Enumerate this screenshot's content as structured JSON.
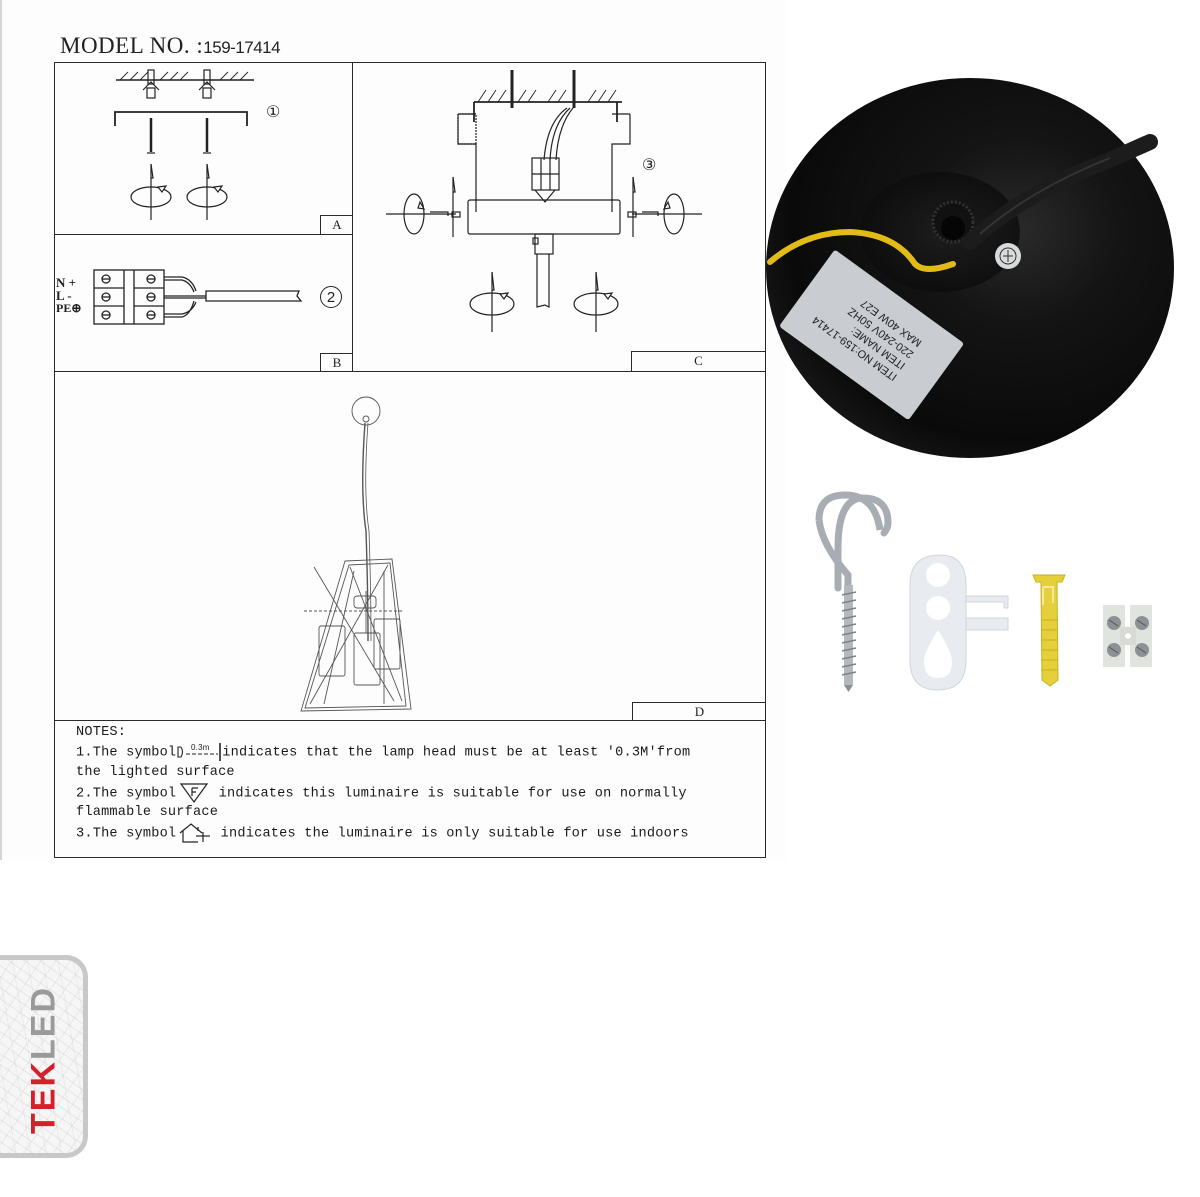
{
  "document": {
    "model_label": "MODEL NO. :",
    "model_number": "159-17414",
    "panels": [
      {
        "id": "A",
        "label": "A",
        "step": "①"
      },
      {
        "id": "B",
        "label": "B",
        "step": "②"
      },
      {
        "id": "C",
        "label": "C",
        "step": "③"
      },
      {
        "id": "D",
        "label": "D"
      }
    ],
    "wiring_labels": {
      "n": "N +",
      "l": "L -",
      "pe": "PE⊕"
    },
    "notes": {
      "heading": "NOTES:",
      "items": [
        {
          "prefix": "1.The symbol",
          "symbol": "0.3m",
          "text": "indicates that the lamp head must be at least '0.3M'from",
          "continuation": "the lighted surface"
        },
        {
          "prefix": "2.The symbol",
          "symbol": "F",
          "text": " indicates this luminaire is suitable for use on normally",
          "continuation": "flammable surface"
        },
        {
          "prefix": "3.The symbol",
          "symbol": "indoor-house",
          "text": " indicates the luminaire is only suitable for use indoors"
        }
      ]
    }
  },
  "product_photo": {
    "label_lines": [
      "ITEM NO:159-17414",
      "ITEM NAME:",
      "220-240V 50HZ",
      "MAX 40W E27"
    ],
    "colors": {
      "canopy": "#0c0c0c",
      "wire_yellow": "#e8c21a",
      "label": "#c9cdd2"
    }
  },
  "accessories": [
    {
      "name": "screw hook"
    },
    {
      "name": "plastic cable clip"
    },
    {
      "name": "wall plug"
    },
    {
      "name": "terminal block"
    }
  ],
  "brand": {
    "part1": "TEK",
    "part2": "LED",
    "colors": {
      "tek": "#d4202a",
      "led": "#9a9a9a"
    }
  }
}
